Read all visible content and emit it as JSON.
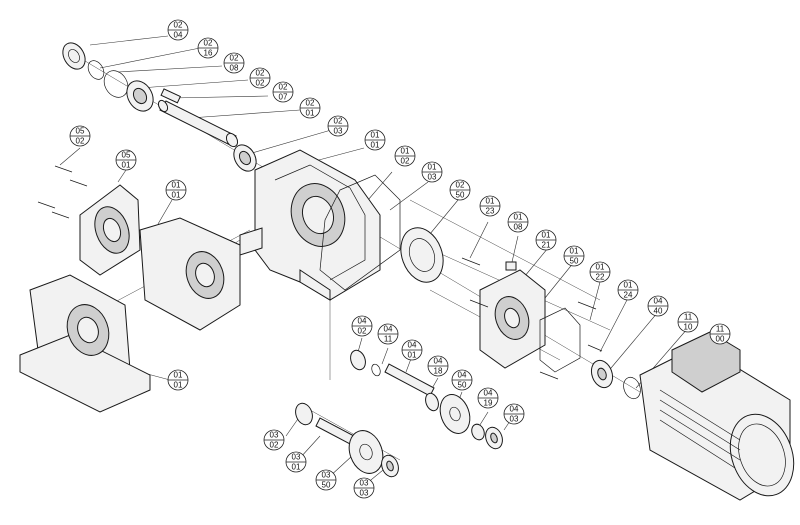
{
  "callouts": [
    {
      "top": "02",
      "bottom": "04"
    },
    {
      "top": "02",
      "bottom": "16"
    },
    {
      "top": "02",
      "bottom": "08"
    },
    {
      "top": "02",
      "bottom": "02"
    },
    {
      "top": "02",
      "bottom": "07"
    },
    {
      "top": "02",
      "bottom": "01"
    },
    {
      "top": "02",
      "bottom": "03"
    },
    {
      "top": "01",
      "bottom": "01"
    },
    {
      "top": "01",
      "bottom": "02"
    },
    {
      "top": "01",
      "bottom": "03"
    },
    {
      "top": "02",
      "bottom": "50"
    },
    {
      "top": "01",
      "bottom": "23"
    },
    {
      "top": "01",
      "bottom": "08"
    },
    {
      "top": "01",
      "bottom": "21"
    },
    {
      "top": "01",
      "bottom": "50"
    },
    {
      "top": "01",
      "bottom": "22"
    },
    {
      "top": "01",
      "bottom": "24"
    },
    {
      "top": "04",
      "bottom": "40"
    },
    {
      "top": "11",
      "bottom": "10"
    },
    {
      "top": "11",
      "bottom": "00"
    },
    {
      "top": "05",
      "bottom": "02"
    },
    {
      "top": "05",
      "bottom": "01"
    },
    {
      "top": "01",
      "bottom": "01"
    },
    {
      "top": "01",
      "bottom": "01"
    },
    {
      "top": "04",
      "bottom": "02"
    },
    {
      "top": "04",
      "bottom": "11"
    },
    {
      "top": "04",
      "bottom": "01"
    },
    {
      "top": "04",
      "bottom": "18"
    },
    {
      "top": "04",
      "bottom": "50"
    },
    {
      "top": "04",
      "bottom": "19"
    },
    {
      "top": "04",
      "bottom": "03"
    },
    {
      "top": "03",
      "bottom": "02"
    },
    {
      "top": "03",
      "bottom": "01"
    },
    {
      "top": "03",
      "bottom": "50"
    },
    {
      "top": "03",
      "bottom": "03"
    }
  ]
}
